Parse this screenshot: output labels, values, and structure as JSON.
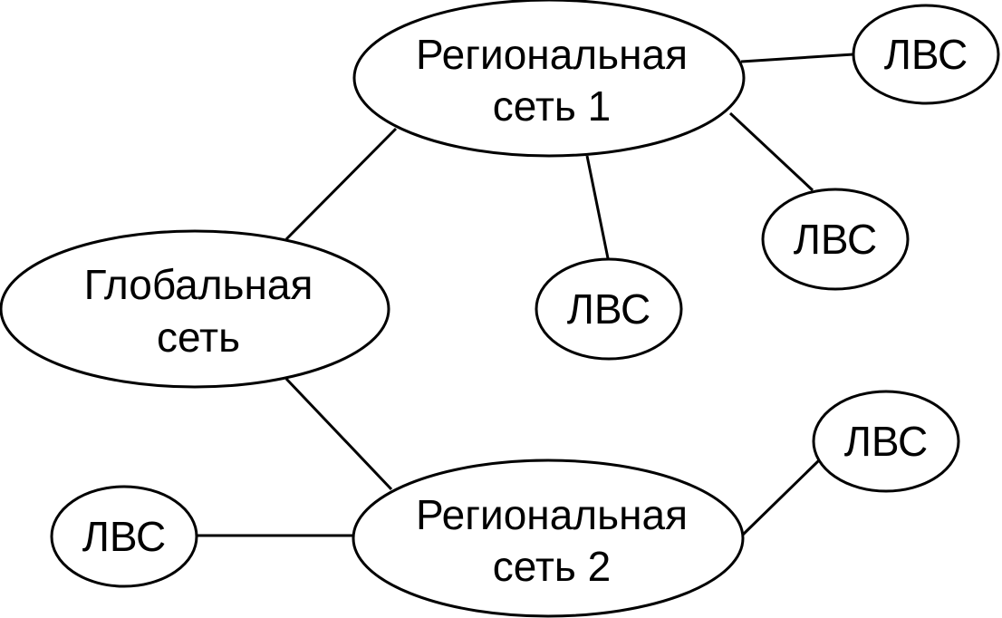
{
  "diagram": {
    "global": {
      "line1": "Глобальная",
      "line2": "сеть"
    },
    "regional_1": {
      "line1": "Региональная",
      "line2": "сеть 1"
    },
    "regional_2": {
      "line1": "Региональная",
      "line2": "сеть 2"
    },
    "lan_label": "ЛВС"
  },
  "colors": {
    "stroke": "#000000",
    "fill": "#ffffff"
  }
}
